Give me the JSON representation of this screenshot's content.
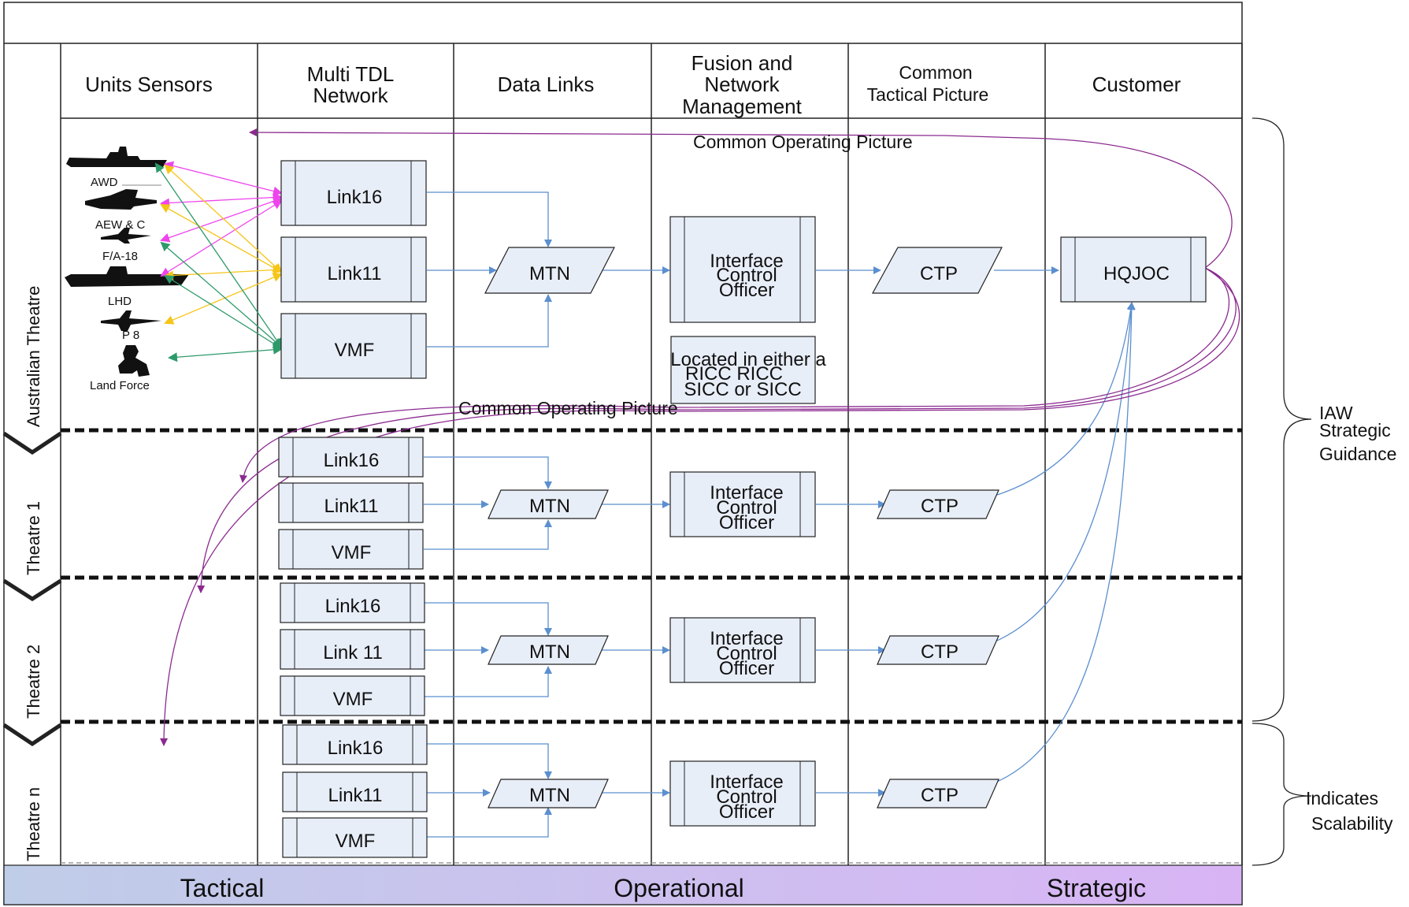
{
  "columns": [
    "Units Sensors",
    "Multi TDL Network",
    "Data Links",
    "Fusion and Network Management",
    "Common Tactical Picture",
    "Customer"
  ],
  "theatres": [
    "Australian Theatre",
    "Theatre 1",
    "Theatre 2",
    "Theatre n"
  ],
  "units": [
    "AWD",
    "AEW & C",
    "F/A-18",
    "LHD",
    "P 8",
    "Land Force"
  ],
  "links": {
    "australian": [
      "Link16",
      "Link11",
      "VMF"
    ],
    "theatre1": [
      "Link16",
      "Link11",
      "VMF"
    ],
    "theatre2": [
      "Link16",
      "Link 11",
      "VMF"
    ],
    "theatren": [
      "Link16",
      "Link11",
      "VMF"
    ]
  },
  "nodes": {
    "mtn": "MTN",
    "ico": [
      "Interface",
      "Control",
      "Officer"
    ],
    "ctp": "CTP",
    "hqjoc": "HQJOC"
  },
  "note": [
    "Located in either a",
    "RICC RICC",
    "SICC or SICC"
  ],
  "cop_label": "Common Operating Picture",
  "brackets": {
    "guidance": [
      "IAW",
      "Strategic",
      "Guidance"
    ],
    "scalability": [
      "Indicates",
      "Scalability"
    ]
  },
  "bottom_band": [
    "Tactical",
    "Operational",
    "Strategic"
  ],
  "colors": {
    "box_fill": "#e8eef8",
    "link_arrow": "#5b8fcf",
    "cop_arrow": "#8b2a8f",
    "band_left": "#bfcde8",
    "band_right": "#d9b4f5",
    "magenta_arrow": "#ee44ee",
    "yellow_arrow": "#f5c518",
    "green_arrow": "#2e9a6a"
  }
}
